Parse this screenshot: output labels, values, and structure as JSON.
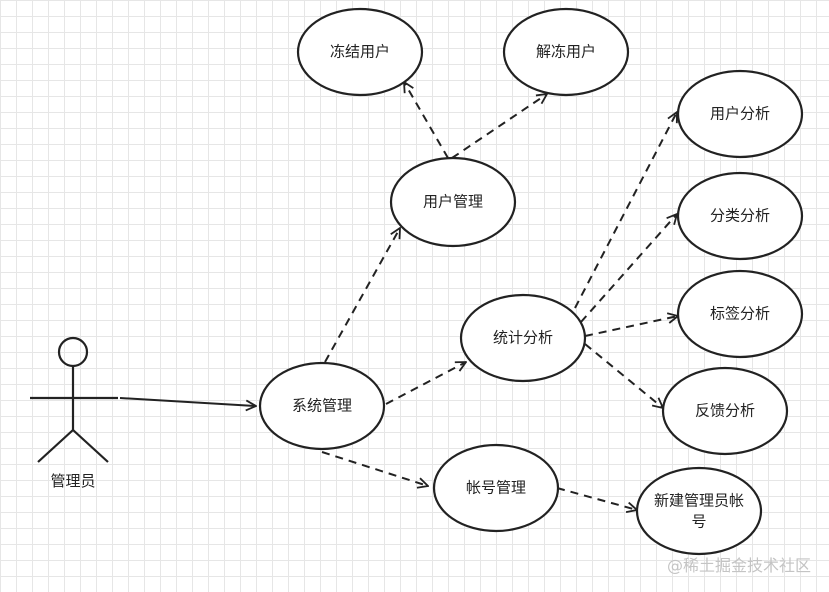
{
  "actor": {
    "label": "管理员"
  },
  "use_cases": {
    "freeze_user": "冻结用户",
    "unfreeze_user": "解冻用户",
    "user_management": "用户管理",
    "system_management": "系统管理",
    "statistics_analysis": "统计分析",
    "account_management": "帐号管理",
    "user_analysis": "用户分析",
    "category_analysis": "分类分析",
    "tag_analysis": "标签分析",
    "feedback_analysis": "反馈分析",
    "new_admin_account_line1": "新建管理员帐",
    "new_admin_account_line2": "号"
  },
  "watermark": "@稀土掘金技术社区"
}
